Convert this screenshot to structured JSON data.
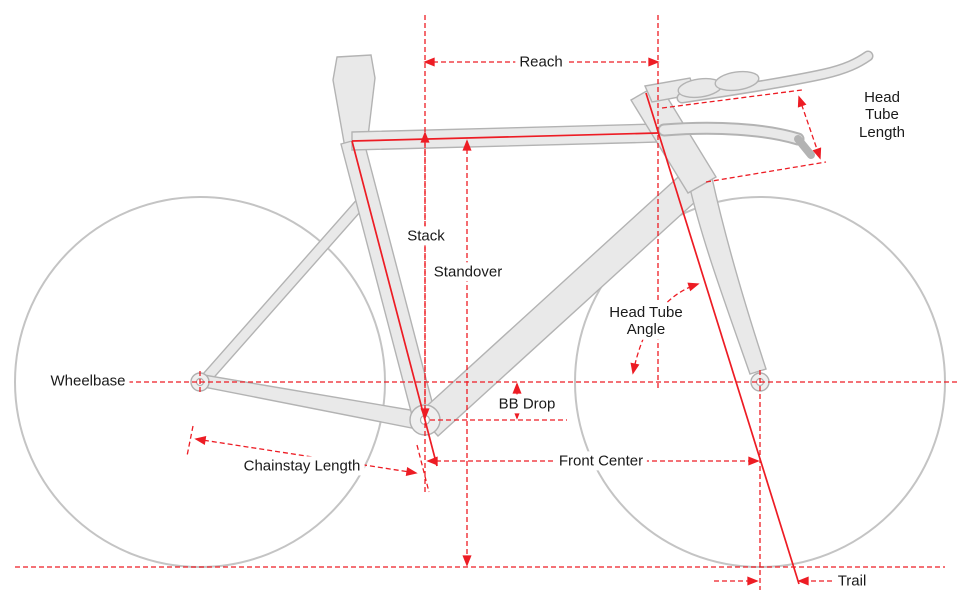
{
  "diagram": {
    "description": "Bicycle frame geometry diagram with dimension lines",
    "colors": {
      "dimension_red": "#ED1C24",
      "frame_fill": "#e9e9e9",
      "frame_stroke": "#b3b3b3",
      "wheel_stroke": "#c4c4c4",
      "label_text": "#1a1a1a",
      "background": "#ffffff"
    },
    "labels": {
      "reach": "Reach",
      "head_tube_length": "Head Tube Length",
      "stack": "Stack",
      "standover": "Standover",
      "head_tube_angle": "Head Tube\nAngle",
      "wheelbase": "Wheelbase",
      "bb_drop": "BB Drop",
      "chainstay_length": "Chainstay Length",
      "front_center": "Front Center",
      "trail": "Trail"
    }
  }
}
